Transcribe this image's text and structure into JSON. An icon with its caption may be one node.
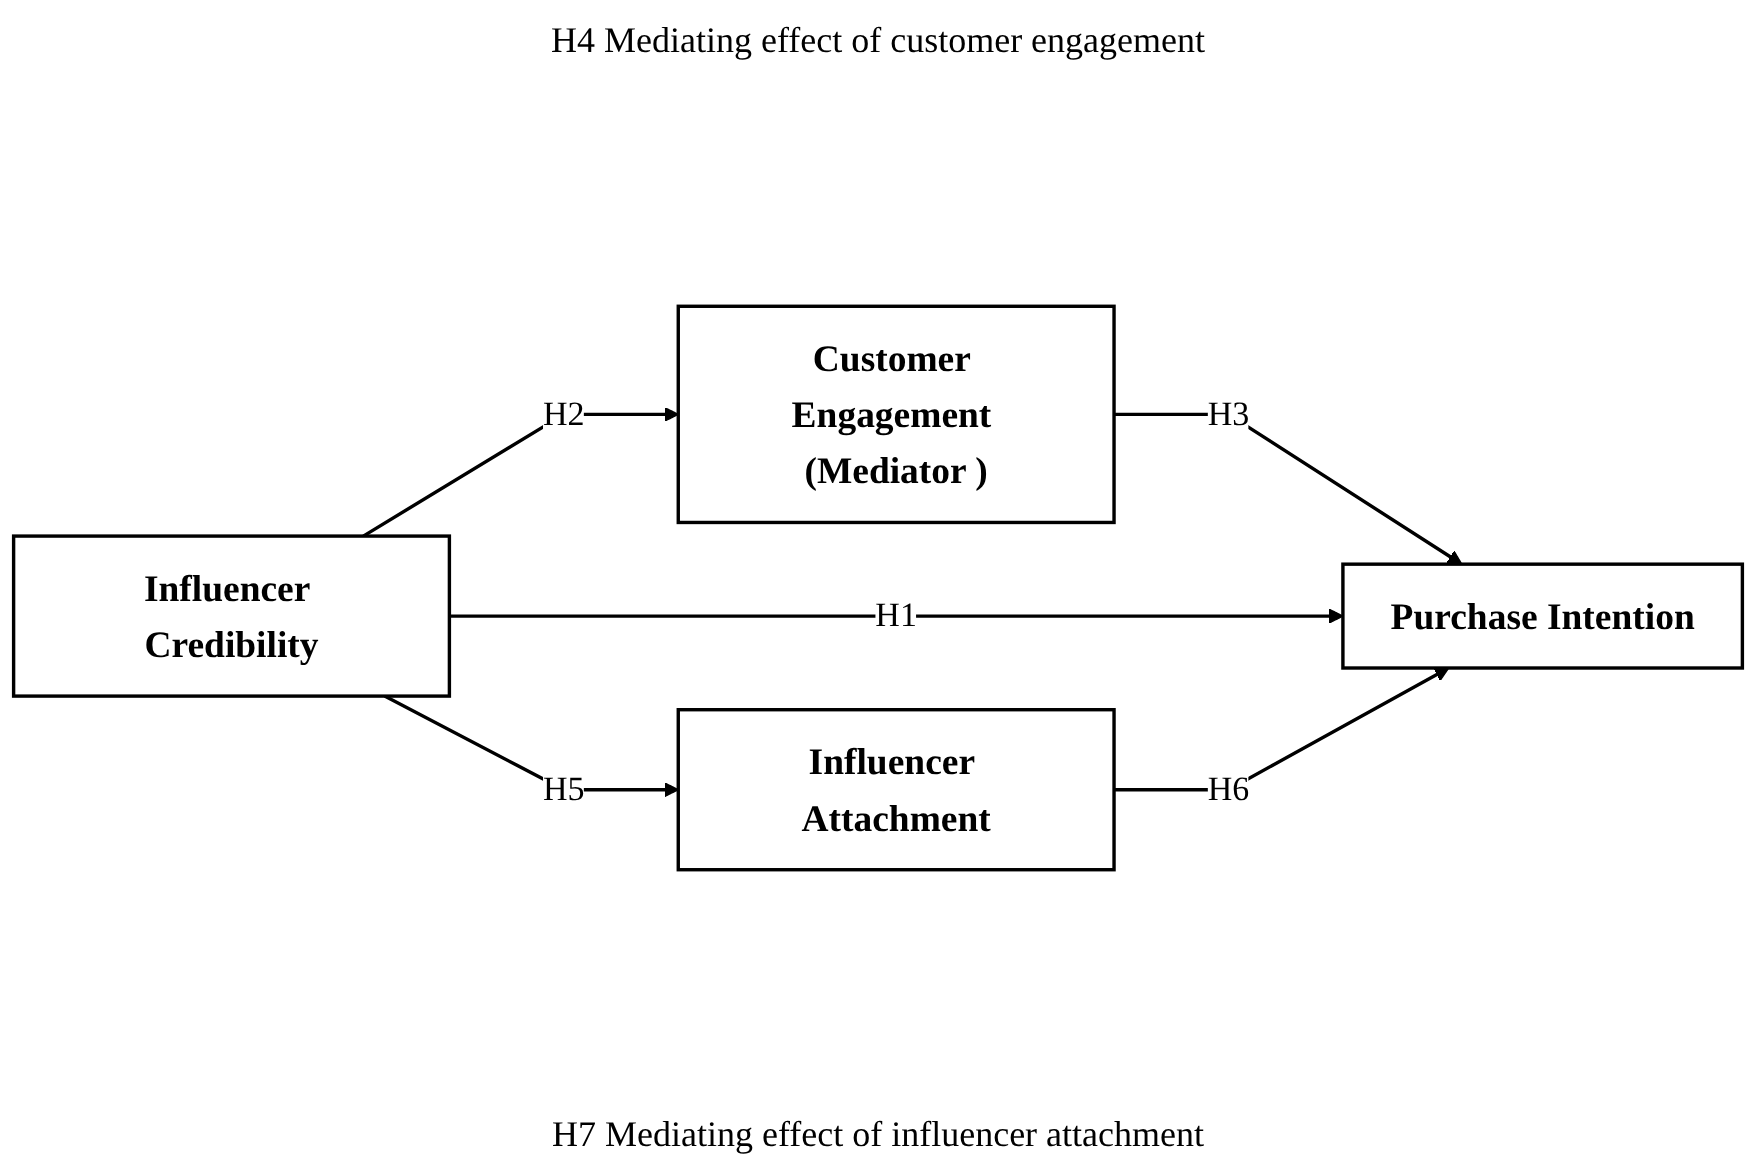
{
  "diagram": {
    "nodes": [
      {
        "text": [
          "Customer Engagement (Mediator )"
        ]
      },
      {
        "text": [
          "Influencer Credibility"
        ]
      },
      {
        "text": [
          "Purchase Intention"
        ]
      },
      {
        "text": [
          "Influencer Attachment"
        ]
      }
    ],
    "edges": [
      {
        "from": 1,
        "to": 0,
        "arrow": "to",
        "label": "H2"
      },
      {
        "from": 0,
        "to": 2,
        "arrow": "to",
        "label": "H3"
      },
      {
        "from": 1,
        "to": 2,
        "arrow": "to",
        "label": "H1"
      },
      {
        "from": 1,
        "to": 3,
        "arrow": "to",
        "label": "H5"
      },
      {
        "from": 3,
        "to": 2,
        "arrow": "to",
        "label": "H6"
      }
    ],
    "labels": [
      "H4 Mediating effect of customer engagement",
      "H7 Mediating effect of influencer attachment"
    ]
  }
}
